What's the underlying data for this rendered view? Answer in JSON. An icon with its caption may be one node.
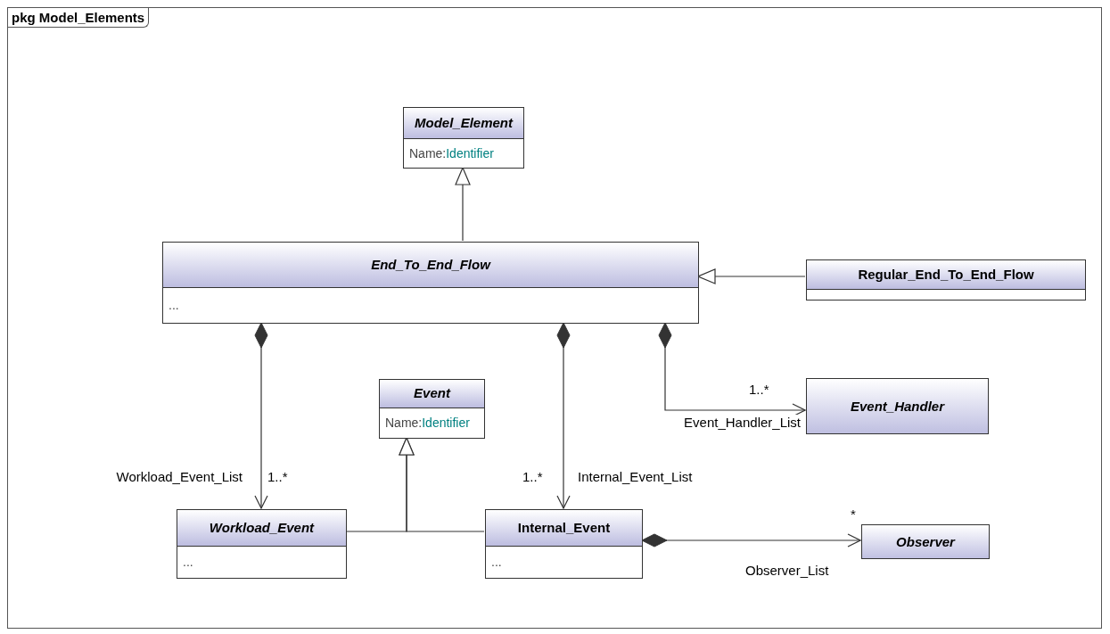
{
  "diagram": {
    "nodes": [
      {
        "text": [
          "pkg Model_Elements"
        ]
      },
      {
        "text": [
          "Model_Element",
          "Name:Identifier"
        ],
        "in": 0
      },
      {
        "text": [
          "End_To_End_Flow",
          "..."
        ],
        "in": 0
      },
      {
        "text": [
          "Regular_End_To_End_Flow"
        ],
        "in": 0
      },
      {
        "text": [
          "Event",
          "Name:Identifier"
        ],
        "in": 0
      },
      {
        "text": [
          "Event_Handler"
        ],
        "in": 0
      },
      {
        "text": [
          "Workload_Event",
          "..."
        ],
        "in": 0
      },
      {
        "text": [
          "Internal_Event",
          "..."
        ],
        "in": 0
      },
      {
        "text": [
          "Observer"
        ],
        "in": 0
      }
    ],
    "edges": [
      {
        "from": 2,
        "to": 1,
        "arrow": "to"
      },
      {
        "from": 3,
        "to": 2,
        "arrow": "to"
      },
      {
        "from": 6,
        "to": 4,
        "arrow": "to"
      },
      {
        "from": 7,
        "to": 4,
        "arrow": "to"
      },
      {
        "from": 2,
        "to": 6,
        "arrow": "to",
        "label": "Workload_Event_List"
      },
      {
        "from": 2,
        "to": 7,
        "arrow": "to",
        "label": "Internal_Event_List"
      },
      {
        "from": 2,
        "to": 5,
        "arrow": "to",
        "label": "Event_Handler_List"
      },
      {
        "from": 7,
        "to": 8,
        "arrow": "to",
        "label": "Observer_List"
      }
    ],
    "labels": [
      "1..*",
      "1..*",
      "1..*",
      "*"
    ]
  }
}
